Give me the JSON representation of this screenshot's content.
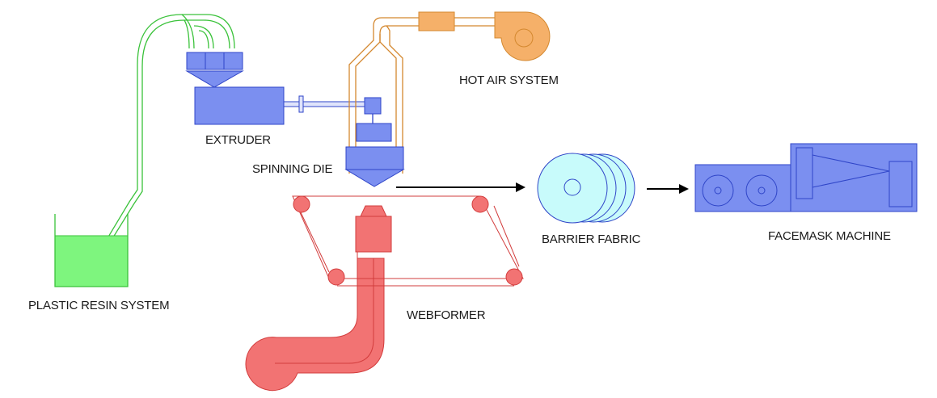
{
  "labels": {
    "plastic_resin": "PLASTIC RESIN SYSTEM",
    "extruder": "EXTRUDER",
    "spinning_die": "SPINNING DIE",
    "hot_air": "HOT AIR SYSTEM",
    "webformer": "WEBFORMER",
    "barrier_fabric": "BARRIER FABRIC",
    "facemask_machine": "FACEMASK MACHINE"
  },
  "colors": {
    "green_stroke": "#3ac23a",
    "green_fill": "#7ef57e",
    "blue_fill": "#7b8ff0",
    "blue_stroke": "#2f45c8",
    "orange_fill": "#f5b069",
    "orange_stroke": "#d4882f",
    "red_fill": "#f27373",
    "red_stroke": "#d23c3c",
    "cyan_fill": "#c8fbfb",
    "cyan_stroke": "#2f45c8",
    "arrow": "#000000"
  }
}
